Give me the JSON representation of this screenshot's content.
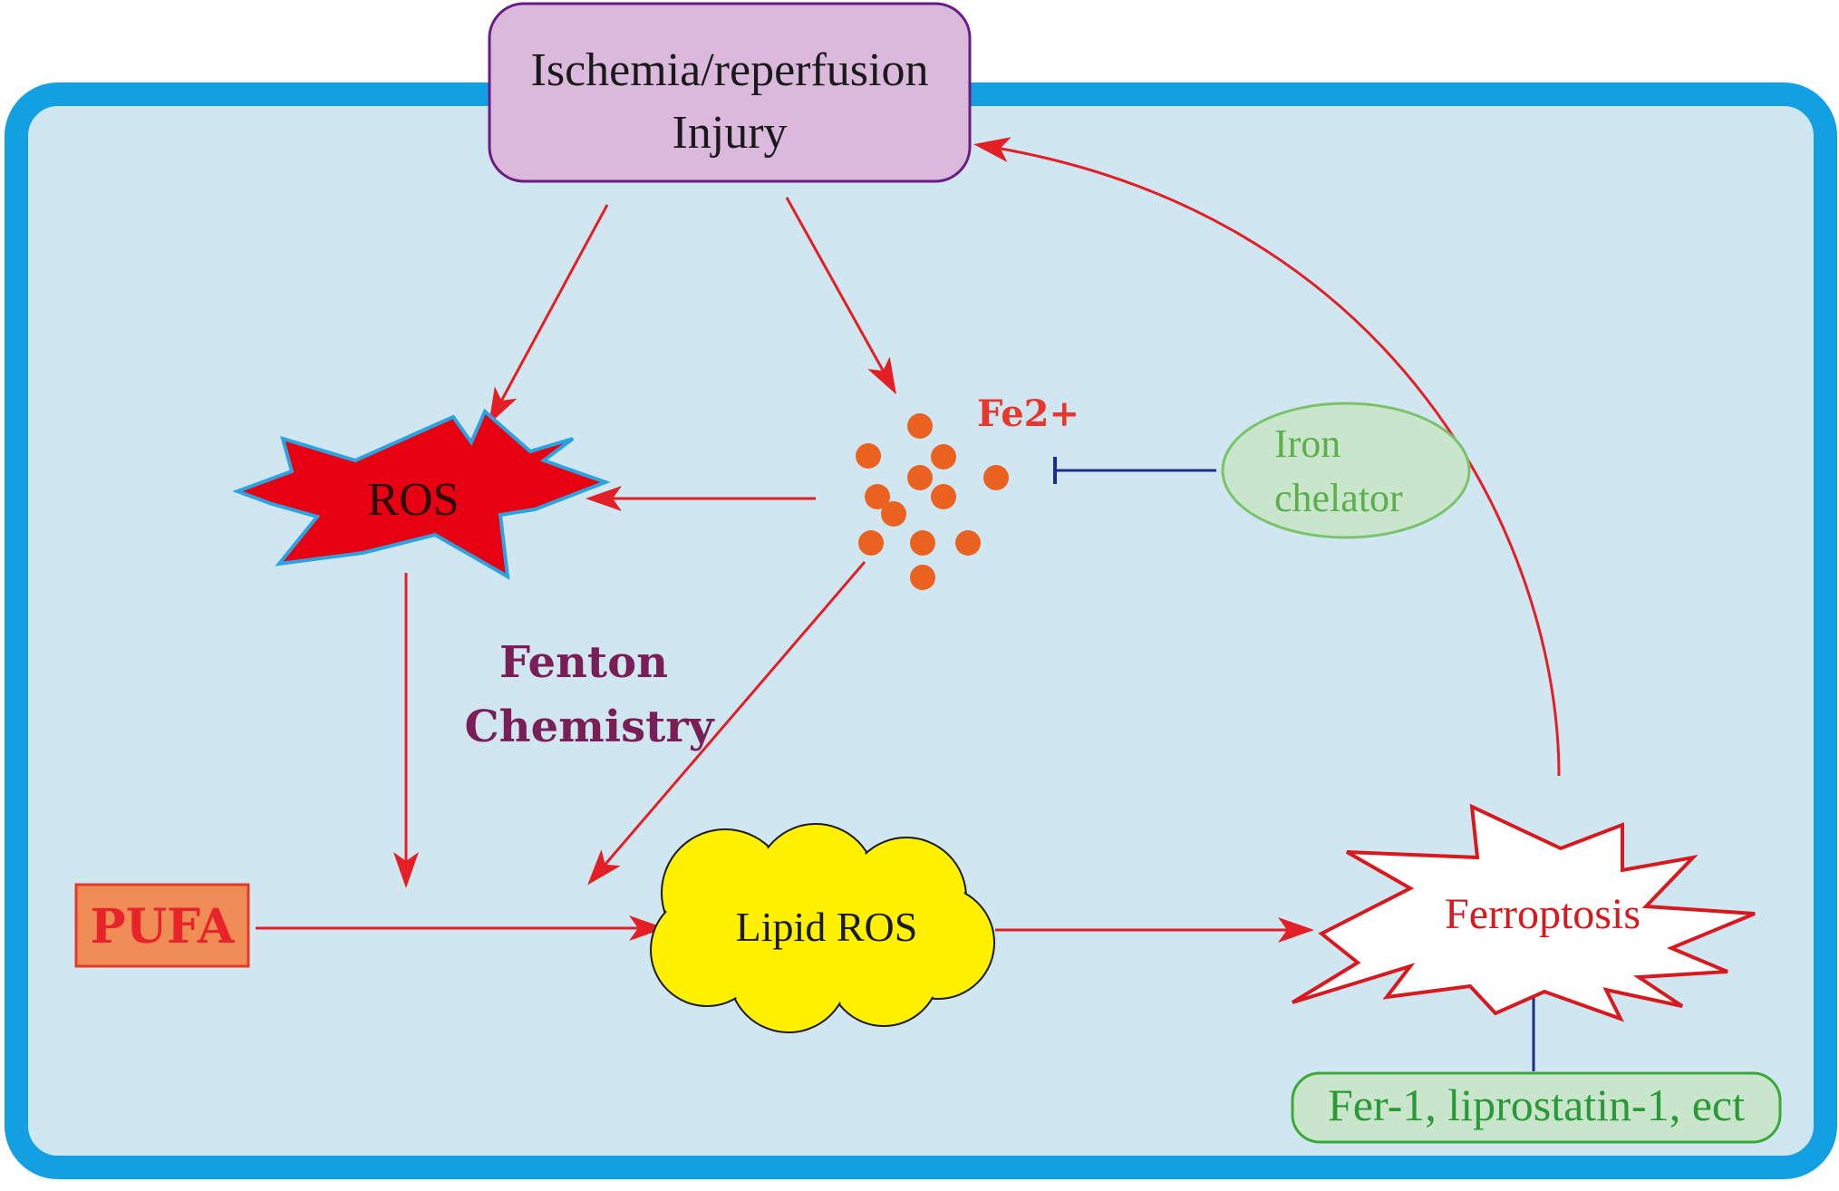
{
  "nodes": {
    "injury": {
      "line1": "Ischemia/reperfusion",
      "line2": "Injury"
    },
    "ros": {
      "label": "ROS"
    },
    "fe": {
      "label": "Fe2+"
    },
    "chelator": {
      "line1": "Iron",
      "line2": "chelator"
    },
    "fenton": {
      "line1": "Fenton",
      "line2": "Chemistry"
    },
    "pufa": {
      "label": "PUFA"
    },
    "lipid_ros": {
      "label": "Lipid ROS"
    },
    "ferroptosis": {
      "label": "Ferroptosis"
    },
    "inhibitors": {
      "label": "Fer-1, liprostatin-1, ect"
    }
  },
  "colors": {
    "cell_fill": "#d0e7f2",
    "cell_border": "#12a0e3",
    "arrow": "#e31e24",
    "inhibit": "#1c2f87",
    "injury_fill": "#dab9dc",
    "injury_border": "#6a1b84",
    "ros_fill": "#e60012",
    "ros_border": "#2aa3e0",
    "iron_dot": "#eb6120",
    "fe_text": "#e8372c",
    "chelator_fill": "#c9e6cd",
    "chelator_border": "#7ac36a",
    "chelator_text": "#5bb04c",
    "fenton_text": "#7a1e58",
    "pufa_fill": "#f08c55",
    "pufa_border": "#e43a26",
    "pufa_text": "#e8242a",
    "lipid_fill": "#fff100",
    "ferroptosis_fill": "#ffffff",
    "ferroptosis_text": "#d71920",
    "inhibitors_fill": "#c9e6cd",
    "inhibitors_border": "#39a939",
    "inhibitors_text": "#2a9a37"
  }
}
